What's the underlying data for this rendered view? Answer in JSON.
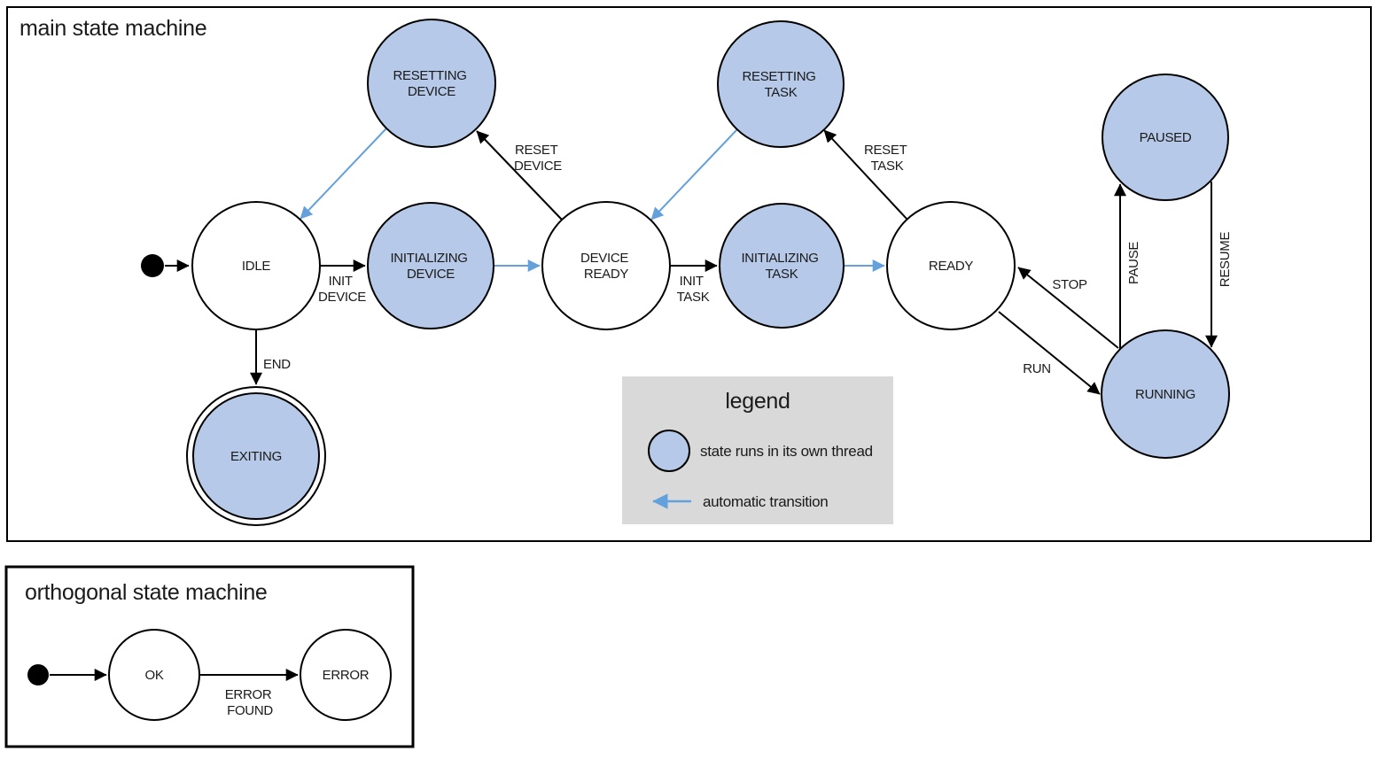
{
  "colors": {
    "state_fill": "#b6c9e8",
    "auto_arrow": "#64a1dc",
    "legend_bg": "#d9d9d9"
  },
  "main_machine": {
    "title": "main state machine",
    "states": {
      "idle": "IDLE",
      "resetting_device_1": "RESETTING",
      "resetting_device_2": "DEVICE",
      "initializing_device_1": "INITIALIZING",
      "initializing_device_2": "DEVICE",
      "device_ready_1": "DEVICE",
      "device_ready_2": "READY",
      "resetting_task_1": "RESETTING",
      "resetting_task_2": "TASK",
      "initializing_task_1": "INITIALIZING",
      "initializing_task_2": "TASK",
      "ready": "READY",
      "paused": "PAUSED",
      "running": "RUNNING",
      "exiting": "EXITING"
    },
    "transitions": {
      "init_device_1": "INIT",
      "init_device_2": "DEVICE",
      "reset_device_1": "RESET",
      "reset_device_2": "DEVICE",
      "init_task_1": "INIT",
      "init_task_2": "TASK",
      "reset_task_1": "RESET",
      "reset_task_2": "TASK",
      "run": "RUN",
      "stop": "STOP",
      "pause": "PAUSE",
      "resume": "RESUME",
      "end": "END"
    }
  },
  "legend": {
    "title": "legend",
    "thread_state_label": "state runs in its own thread",
    "auto_transition_label": "automatic transition"
  },
  "orthogonal_machine": {
    "title": "orthogonal state machine",
    "states": {
      "ok": "OK",
      "error": "ERROR"
    },
    "transitions": {
      "error_found_1": "ERROR",
      "error_found_2": "FOUND"
    }
  }
}
